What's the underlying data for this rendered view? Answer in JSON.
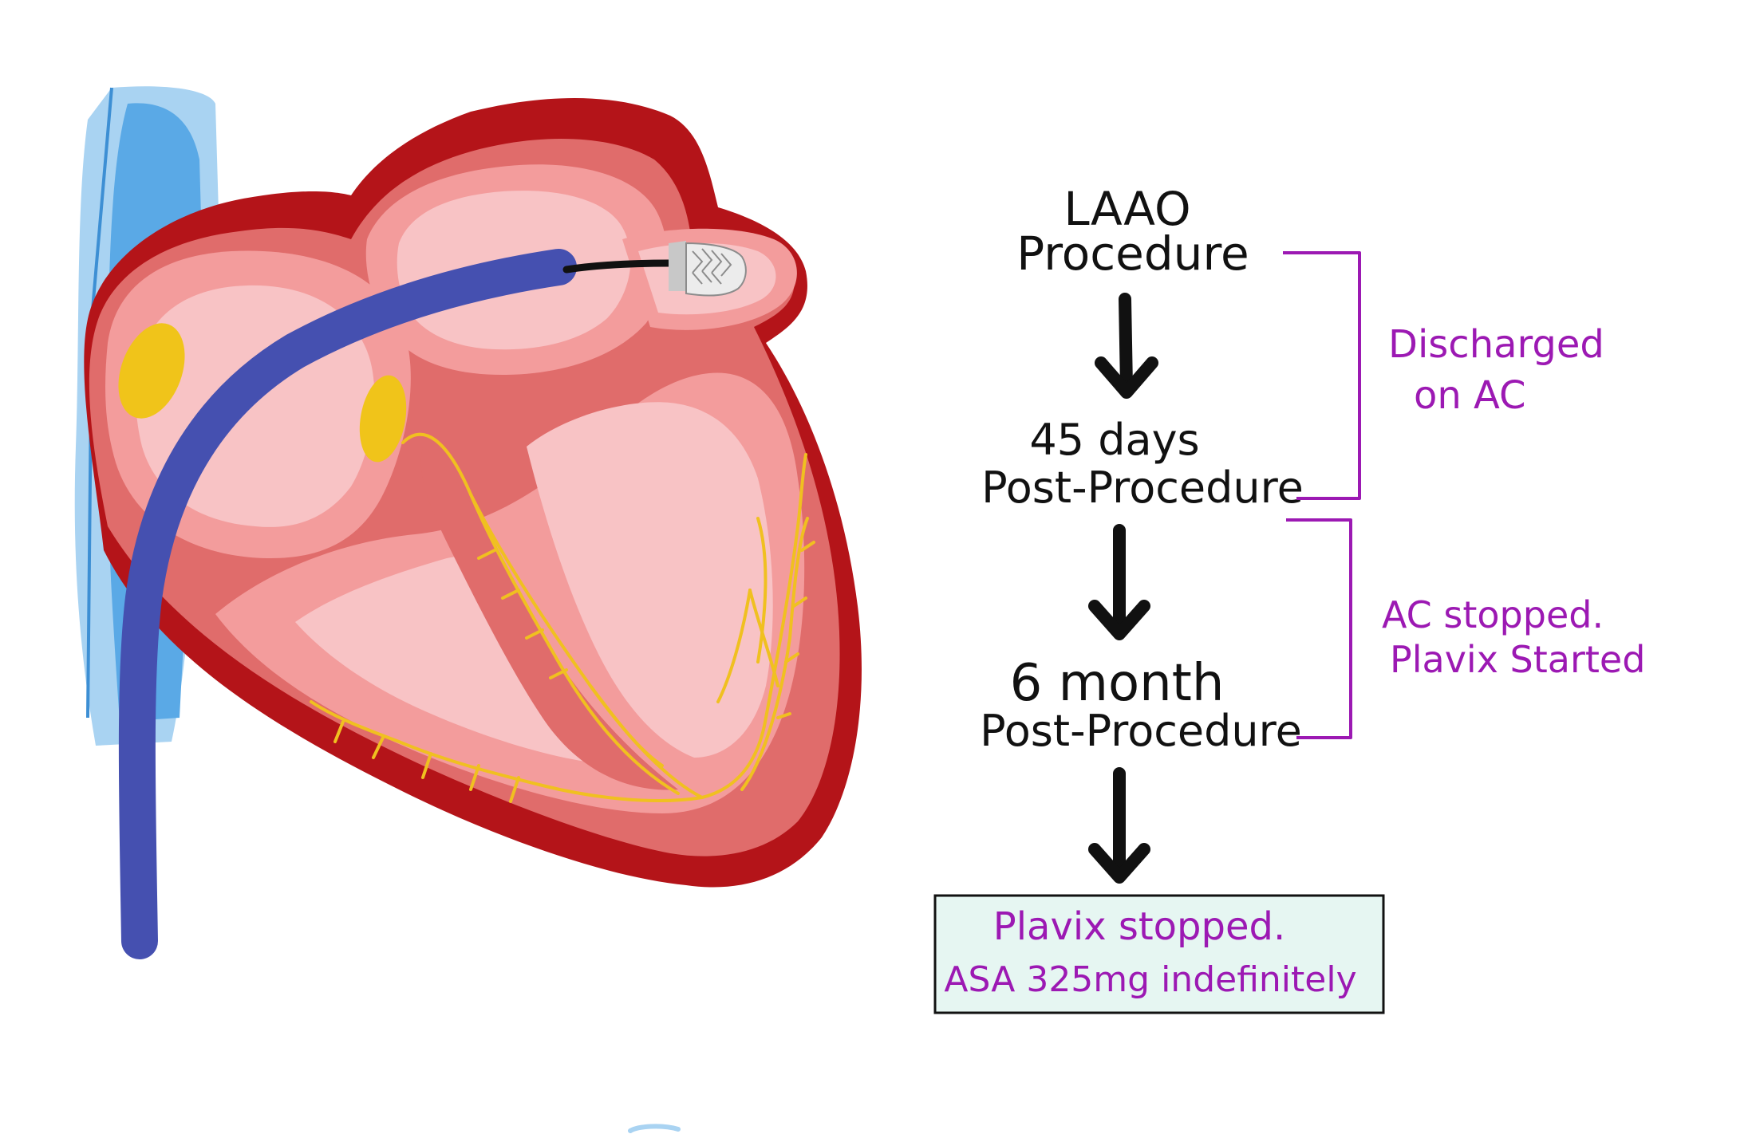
{
  "flow": {
    "steps": [
      {
        "line1": "LAAO",
        "line2": "Procedure"
      },
      {
        "line1": "45 days",
        "line2": "Post-Procedure"
      },
      {
        "line1": "6 month",
        "line2": "Post-Procedure"
      }
    ],
    "final_box": {
      "line1": "Plavix stopped.",
      "line2": "ASA 325mg indefinitely"
    }
  },
  "brackets": [
    {
      "line1": "Discharged",
      "line2": "on AC"
    },
    {
      "line1": "AC stopped.",
      "line2": "Plavix Started"
    }
  ],
  "colors": {
    "annotation": "#9c19b3",
    "heart_outer": "#b41419",
    "heart_muscle": "#e06c6b",
    "heart_inner": "#f39c9c",
    "chamber": "#f8c3c5",
    "catheter": "#4550b0",
    "conduction": "#f0c020",
    "vessel": "#5aa9e6",
    "box_fill": "#e6f6f2"
  }
}
